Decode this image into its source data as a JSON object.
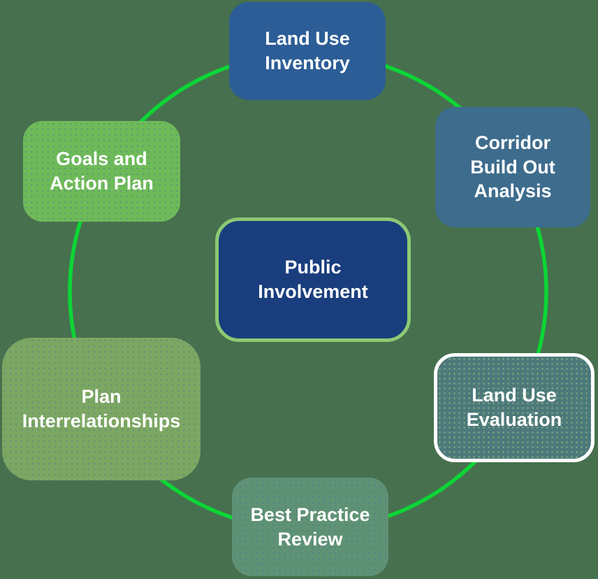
{
  "diagram": {
    "type": "cycle-diagram",
    "background_color": "#47704E",
    "cycle_circle_color": "#0CD636",
    "text_color": "#FFFFFF",
    "center_node": {
      "id": "public-involvement",
      "label": "Public\nInvolvement",
      "fill": "#1A3E7D",
      "border_color": "#8CC973"
    },
    "nodes": [
      {
        "id": "land-use-inventory",
        "position": "top",
        "label": "Land Use\nInventory",
        "fill": "#2C5D96"
      },
      {
        "id": "corridor-build-out-analysis",
        "position": "top-right",
        "label": "Corridor\nBuild Out\nAnalysis",
        "fill": "#3E6C8D"
      },
      {
        "id": "land-use-evaluation",
        "position": "right",
        "label": "Land Use\nEvaluation",
        "fill": "#4D797B",
        "border_color": "#FFFFFF"
      },
      {
        "id": "best-practice-review",
        "position": "bottom",
        "label": "Best Practice\nReview",
        "fill": "#5F9274"
      },
      {
        "id": "plan-interrelationships",
        "position": "bottom-left",
        "label": "Plan\nInterrelationships",
        "fill": "#7CA763"
      },
      {
        "id": "goals-and-action-plan",
        "position": "top-left",
        "label": "Goals and\nAction Plan",
        "fill": "#6EBA59"
      }
    ]
  }
}
